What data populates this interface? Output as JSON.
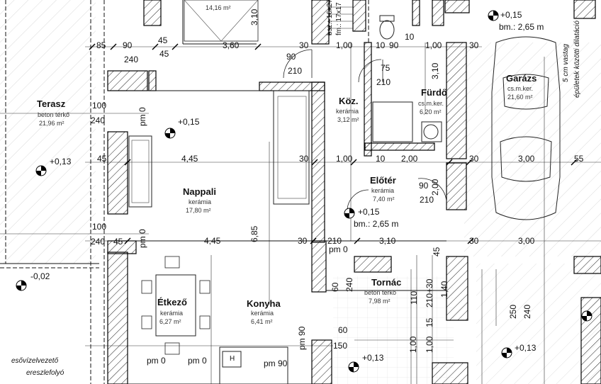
{
  "rooms": {
    "top_area": "14,16 m²",
    "terasz": {
      "name": "Terasz",
      "material": "beton térkő",
      "area": "21,96 m²"
    },
    "nappali": {
      "name": "Nappali",
      "material": "kerámia",
      "area": "17,80 m²"
    },
    "etkezo": {
      "name": "Étkező",
      "material": "kerámia",
      "area": "6,27 m²"
    },
    "konyha": {
      "name": "Konyha",
      "material": "kerámia",
      "area": "6,41 m²"
    },
    "koz": {
      "name": "Köz.",
      "material": "kerámia",
      "area": "3,12 m²"
    },
    "furdo": {
      "name": "Fürdő",
      "material": "cs.m.ker.",
      "area": "6,20 m²"
    },
    "eloter": {
      "name": "Előtér",
      "material": "kerámia",
      "area": "7,40 m²"
    },
    "tornac": {
      "name": "Tornác",
      "material": "beton térkő",
      "area": "7,98 m²"
    },
    "garazs": {
      "name": "Garázs",
      "material": "cs.m.ker.",
      "area": "21,60 m²"
    }
  },
  "levels": {
    "plus015": "+0,15",
    "plus013": "+0,13",
    "minus002": "-0,02",
    "bm265": "bm.: 2,65 m",
    "pm0": "pm 0",
    "pm90": "pm 90"
  },
  "dims": {
    "d85": "85",
    "d90": "90",
    "d45": "45",
    "d240": "240",
    "d360": "3,60",
    "d310": "3,10",
    "d30": "30",
    "d100": "1,00",
    "d10": "10",
    "d75": "75",
    "d210": "210",
    "d445": "4,45",
    "d200": "2,00",
    "d300": "3,00",
    "d55": "55",
    "d100b": "100",
    "d685": "6,85",
    "d60": "60",
    "d150": "150",
    "d250": "250",
    "d21030": "210+30",
    "d140": "1,40",
    "d15": "15",
    "d110": "110"
  },
  "notes": {
    "stair_a": "bsz.: 16x27",
    "stair_b": "fm.: 17x17",
    "dilation": "5 cm vastag",
    "dilation2": "épületek közötti dilatáció",
    "gutter1": "esővízelvezető",
    "gutter2": "ereszlefolyó"
  },
  "fixtures": {
    "hob": "H"
  }
}
